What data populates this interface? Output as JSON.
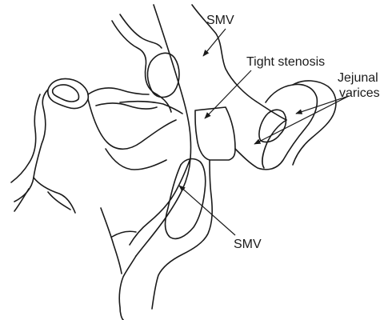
{
  "labels": {
    "smv_top": "SMV",
    "tight_stenosis": "Tight stenosis",
    "jejunal_line1": "Jejunal",
    "jejunal_line2": "varices",
    "smv_bottom": "SMV"
  }
}
